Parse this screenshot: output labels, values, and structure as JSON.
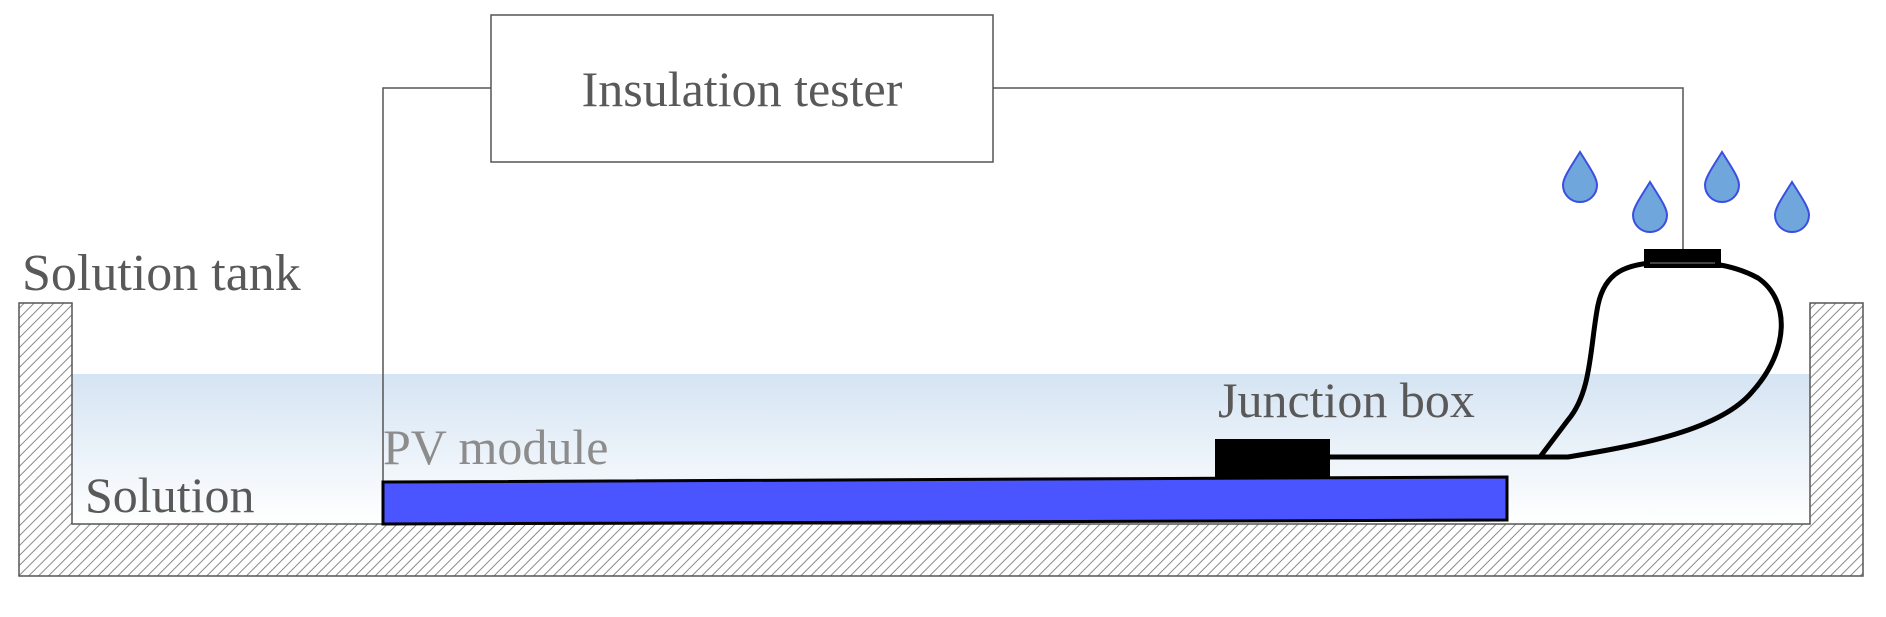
{
  "labels": {
    "tester": "Insulation tester",
    "solution_tank": "Solution tank",
    "solution": "Solution",
    "pv_module": "PV module",
    "junction_box": "Junction box"
  },
  "colors": {
    "text": "#595959",
    "pv_label": "#8c8c8c",
    "pv_module": "#4a55ff",
    "water_top": "#d5e4f3",
    "water_bottom": "#ffffff",
    "droplet": "#6fa6dc",
    "droplet_edge": "#3b4ee0",
    "wire": "#000000",
    "hatch": "#8a8a8a"
  },
  "icons": {
    "droplet": "water-droplet-icon",
    "connector": "cable-connector-icon"
  }
}
